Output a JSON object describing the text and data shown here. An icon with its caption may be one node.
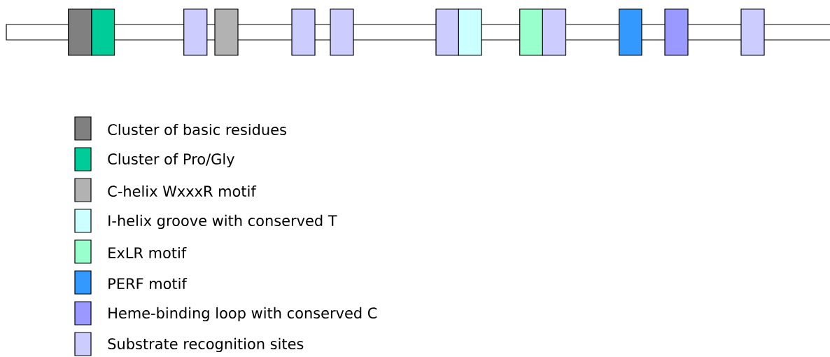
{
  "diagram": {
    "legend": [
      {
        "text": "Cluster of basic residues",
        "color": "#808080"
      },
      {
        "text": "Cluster of Pro/Gly",
        "color": "#00cc99"
      },
      {
        "text": "C-helix WxxxR motif",
        "color": "#b2b2b2"
      },
      {
        "text": "I-helix groove with conserved T",
        "color": "#ccffff"
      },
      {
        "text": "ExLR motif",
        "color": "#99ffcc"
      },
      {
        "text": "PERF motif",
        "color": "#3399ff"
      },
      {
        "text": "Heme-binding loop with conserved C",
        "color": "#9999ff"
      },
      {
        "text": "Substrate recognition sites",
        "color": "#ccccff"
      }
    ]
  }
}
